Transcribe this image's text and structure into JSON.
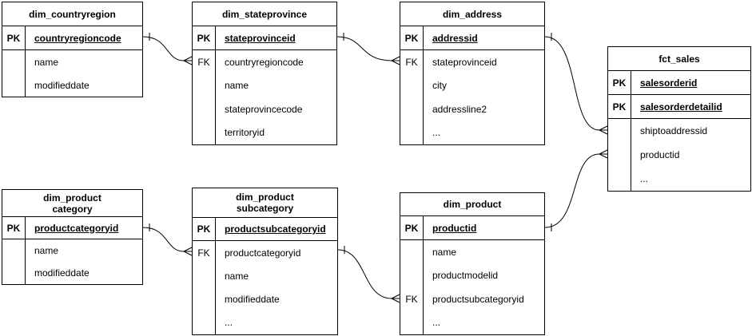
{
  "colors": {
    "line": "#000000",
    "canvas": "#ffffff",
    "text": "#000000"
  },
  "tables": {
    "countryregion": {
      "title": "dim_countryregion",
      "rows": [
        {
          "key": "PK",
          "label": "countryregioncode"
        },
        {
          "key": "",
          "label": "name"
        },
        {
          "key": "",
          "label": "modifieddate"
        }
      ]
    },
    "stateprovince": {
      "title": "dim_stateprovince",
      "rows": [
        {
          "key": "PK",
          "label": "stateprovinceid"
        },
        {
          "key": "FK",
          "label": "countryregioncode"
        },
        {
          "key": "",
          "label": "name"
        },
        {
          "key": "",
          "label": "stateprovincecode"
        },
        {
          "key": "",
          "label": "territoryid"
        }
      ]
    },
    "address": {
      "title": "dim_address",
      "rows": [
        {
          "key": "PK",
          "label": "addressid"
        },
        {
          "key": "FK",
          "label": "stateprovinceid"
        },
        {
          "key": "",
          "label": "city"
        },
        {
          "key": "",
          "label": "addressline2"
        },
        {
          "key": "",
          "label": "..."
        }
      ]
    },
    "fct_sales": {
      "title": "fct_sales",
      "rows": [
        {
          "key": "PK",
          "label": "salesorderid"
        },
        {
          "key": "PK",
          "label": "salesorderdetailid"
        },
        {
          "key": "",
          "label": "shiptoaddressid"
        },
        {
          "key": "",
          "label": "productid"
        },
        {
          "key": "",
          "label": "..."
        }
      ]
    },
    "product_category": {
      "title": "dim_product\ncategory",
      "rows": [
        {
          "key": "PK",
          "label": "productcategoryid"
        },
        {
          "key": "",
          "label": "name"
        },
        {
          "key": "",
          "label": "modifieddate"
        }
      ]
    },
    "product_subcategory": {
      "title": "dim_product\nsubcategory",
      "rows": [
        {
          "key": "PK",
          "label": "productsubcategoryid"
        },
        {
          "key": "FK",
          "label": "productcategoryid"
        },
        {
          "key": "",
          "label": "name"
        },
        {
          "key": "",
          "label": "modifieddate"
        },
        {
          "key": "",
          "label": "..."
        }
      ]
    },
    "product": {
      "title": "dim_product",
      "rows": [
        {
          "key": "PK",
          "label": "productid"
        },
        {
          "key": "",
          "label": "name"
        },
        {
          "key": "",
          "label": "productmodelid"
        },
        {
          "key": "FK",
          "label": "productsubcategoryid"
        },
        {
          "key": "",
          "label": "..."
        }
      ]
    }
  },
  "relationships": [
    {
      "from": "dim_countryregion.countryregioncode",
      "to": "dim_stateprovince.countryregioncode",
      "cardinality": "one-to-many"
    },
    {
      "from": "dim_stateprovince.stateprovinceid",
      "to": "dim_address.stateprovinceid",
      "cardinality": "one-to-many"
    },
    {
      "from": "dim_address.addressid",
      "to": "fct_sales.shiptoaddressid",
      "cardinality": "one-to-many"
    },
    {
      "from": "dim_product.productid",
      "to": "fct_sales.productid",
      "cardinality": "one-to-many"
    },
    {
      "from": "dim_product category.productcategoryid",
      "to": "dim_product subcategory.productcategoryid",
      "cardinality": "one-to-many"
    },
    {
      "from": "dim_product subcategory.productsubcategoryid",
      "to": "dim_product.productsubcategoryid",
      "cardinality": "one-to-many"
    }
  ]
}
